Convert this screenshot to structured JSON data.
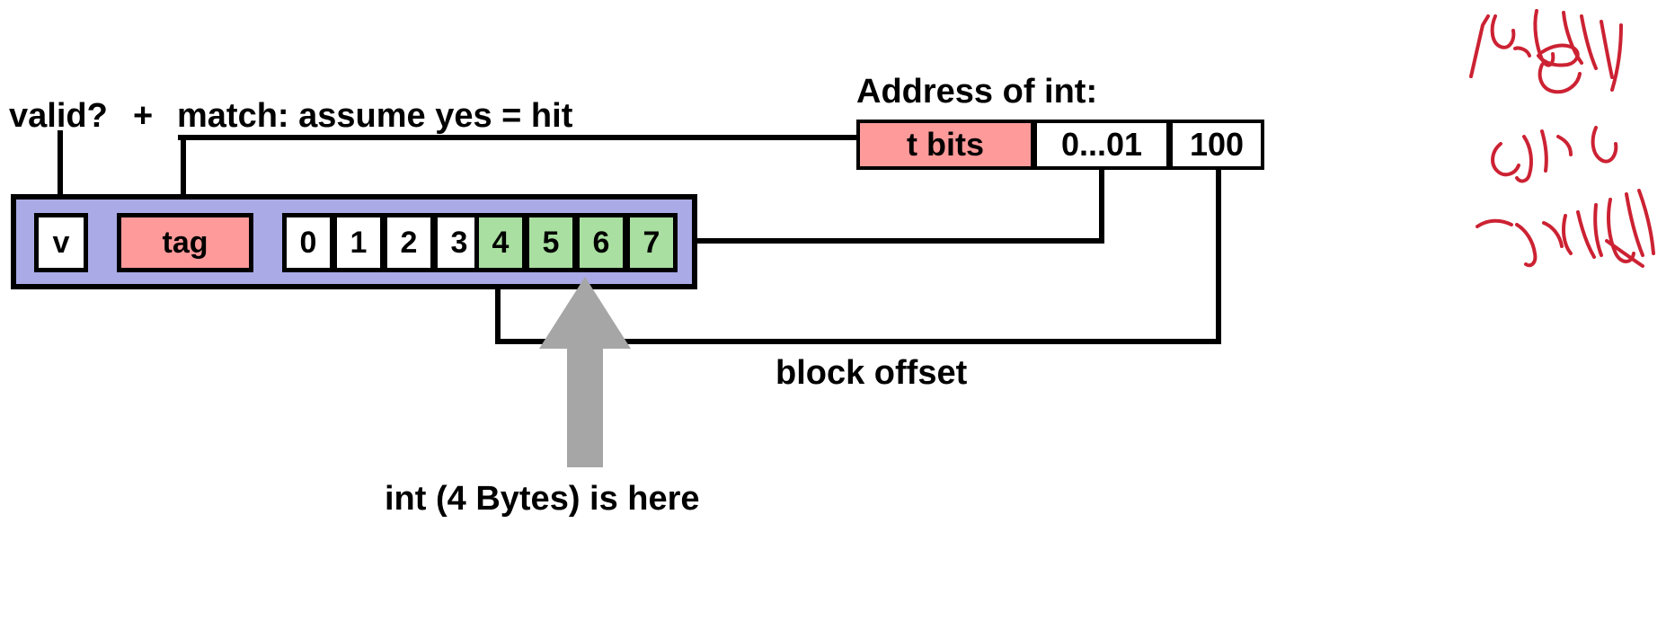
{
  "diagram": {
    "title_labels": {
      "valid": "valid?",
      "plus": "+",
      "match": "match: assume yes = hit",
      "address_title": "Address of int:",
      "block_offset": "block offset",
      "int_caption": "int (4 Bytes) is here"
    },
    "cache_line": {
      "valid_bit": "v",
      "tag": "tag",
      "bytes": [
        "0",
        "1",
        "2",
        "3",
        "4",
        "5",
        "6",
        "7"
      ],
      "highlighted_bytes": [
        "4",
        "5",
        "6",
        "7"
      ],
      "container_color": "#aaaae6",
      "tag_color": "#ff9a9a",
      "highlight_color": "#a9dfa0",
      "plain_color": "#ffffff"
    },
    "address": {
      "segments": [
        {
          "label": "t bits",
          "color": "#ff9a9a"
        },
        {
          "label": "0...01",
          "color": "#ffffff"
        },
        {
          "label": "100",
          "color": "#ffffff"
        }
      ]
    },
    "arrow": {
      "color": "#a6a6a6",
      "direction": "up"
    },
    "annotation": {
      "color": "#cc2233",
      "description": "handwritten-red-scribble"
    }
  }
}
